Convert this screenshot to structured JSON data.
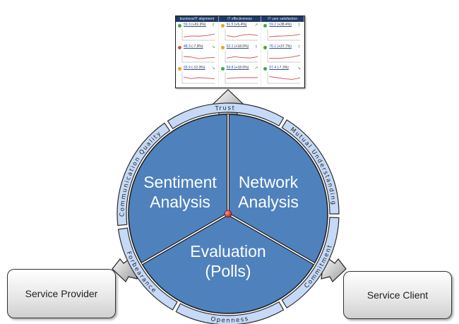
{
  "dashboard": {
    "columns": [
      "business/IT alignment",
      "IT effectiveness",
      "IT user satisfaction"
    ],
    "cells": [
      {
        "value": "59.3",
        "change": "(+91.9%)",
        "status": "green",
        "trend": "up"
      },
      {
        "value": "51.5",
        "change": "(+5.4%)",
        "status": "orange",
        "trend": "up-right"
      },
      {
        "value": "59.2",
        "change": "(+38.4%)",
        "status": "green",
        "trend": "up"
      },
      {
        "value": "48.3",
        "change": "(-7.9%)",
        "status": "red",
        "trend": "down-right"
      },
      {
        "value": "52.1",
        "change": "(+18.0%)",
        "status": "orange",
        "trend": "up"
      },
      {
        "value": "76.1",
        "change": "(+37.7%)",
        "status": "green",
        "trend": "up"
      },
      {
        "value": "55.9",
        "change": "(-12.3%)",
        "status": "orange",
        "trend": "down-right"
      },
      {
        "value": "59.8",
        "change": "(+18.0%)",
        "status": "green",
        "trend": "up-right"
      },
      {
        "value": "57.4",
        "change": "(-7.3%)",
        "status": "green",
        "trend": "down-right"
      }
    ],
    "sparkline_trends": [
      [
        0.3,
        0.38,
        0.36,
        0.42,
        0.55
      ],
      [
        0.4,
        0.3,
        0.45,
        0.52,
        0.42
      ],
      [
        0.3,
        0.36,
        0.38,
        0.42,
        0.52
      ],
      [
        0.5,
        0.45,
        0.3,
        0.38,
        0.42
      ],
      [
        0.35,
        0.48,
        0.4,
        0.36,
        0.48
      ],
      [
        0.35,
        0.32,
        0.38,
        0.46,
        0.6
      ],
      [
        0.55,
        0.42,
        0.5,
        0.46,
        0.4
      ],
      [
        0.42,
        0.48,
        0.5,
        0.5,
        0.5
      ],
      [
        0.6,
        0.5,
        0.4,
        0.35,
        0.48
      ]
    ],
    "status_colors": {
      "green": "#3dab3d",
      "orange": "#f0a020",
      "red": "#e05030"
    }
  },
  "wheel": {
    "sectors": [
      "Sentiment Analysis",
      "Network Analysis",
      "Evaluation (Polls)"
    ],
    "sector_lines": [
      [
        "Sentiment",
        "Analysis"
      ],
      [
        "Network",
        "Analysis"
      ],
      [
        "Evaluation",
        "(Polls)"
      ]
    ],
    "ring_segments": [
      "Trust",
      "Mutual Understanding",
      "Commitment",
      "Openness",
      "Forbearance",
      "Communication Quality"
    ],
    "colors": {
      "sector_fill": "#4f81bd",
      "ring_fill": "#c6d9f7",
      "center_dot": "#d03030"
    }
  },
  "actors": {
    "provider": "Service Provider",
    "client": "Service Client"
  }
}
